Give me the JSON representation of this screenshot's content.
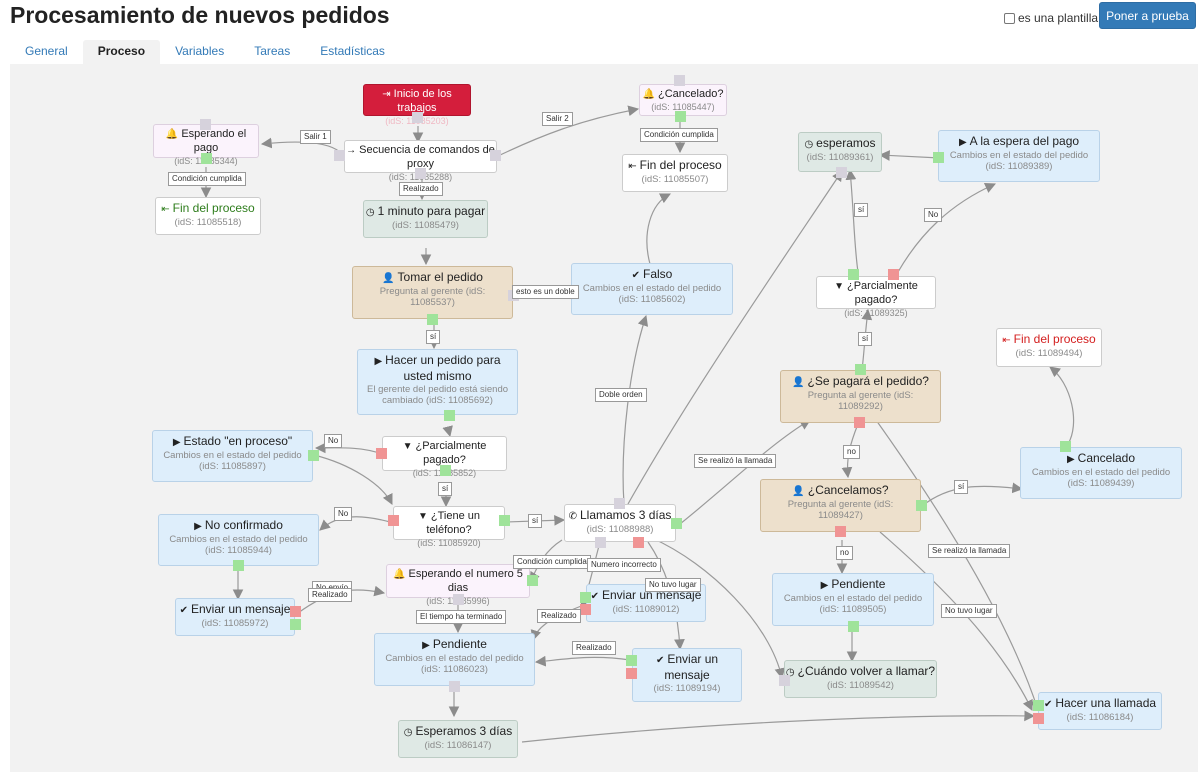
{
  "page": {
    "title": "Procesamiento de nuevos pedidos",
    "template_label": "es una plantilla",
    "test_button": "Poner a prueba"
  },
  "tabs": [
    {
      "label": "General"
    },
    {
      "label": "Proceso",
      "active": true
    },
    {
      "label": "Variables"
    },
    {
      "label": "Tareas"
    },
    {
      "label": "Estadísticas"
    }
  ],
  "colors": {
    "accent": "#337ab7",
    "start": "#d41e3c",
    "port_ok": "#9fe39a",
    "port_fail": "#f09494",
    "port_neutral": "#d6d2dc"
  },
  "nodes": {
    "inicio": {
      "title": "Inicio de los trabajos",
      "sub": "(idS: 11085203)",
      "icon": "sign-in-icon"
    },
    "cancelado_q": {
      "title": "¿Cancelado?",
      "sub": "(idS: 11085447)",
      "icon": "bell-icon"
    },
    "esperando_pago": {
      "title": "Esperando el pago",
      "sub": "(idS: 11085344)",
      "icon": "bell-icon"
    },
    "secuencia": {
      "title": "Secuencia de comandos de proxy",
      "sub": "(idS: 11085288)",
      "icon": "arrow-right-icon"
    },
    "fin1": {
      "title": "Fin del proceso",
      "sub": "(idS: 11085507)",
      "icon": "sign-out-icon"
    },
    "fin2": {
      "title": "Fin del proceso",
      "sub": "(idS: 11085518)",
      "icon": "sign-out-icon"
    },
    "un_minuto": {
      "title": "1 minuto para pagar",
      "sub": "(idS: 11085479)",
      "icon": "clock-icon"
    },
    "esperamos": {
      "title": "esperamos",
      "sub": "(idS: 11089361)",
      "icon": "clock-icon"
    },
    "espera_pago": {
      "title": "A la espera del pago",
      "sub": "Cambios en el estado del pedido",
      "sub2": "(idS: 11089389)",
      "icon": "play-icon"
    },
    "tomar": {
      "title": "Tomar el pedido",
      "sub": "Pregunta al gerente (idS:",
      "sub2": "11085537)",
      "icon": "user-icon"
    },
    "falso": {
      "title": "Falso",
      "sub": "Cambios en el estado del pedido",
      "sub2": "(idS: 11085602)",
      "icon": "check-icon"
    },
    "parcial2": {
      "title": "¿Parcialmente pagado?",
      "sub": "(idS: 11089325)",
      "icon": "filter-icon"
    },
    "fin3": {
      "title": "Fin del proceso",
      "sub": "(idS: 11089494)",
      "icon": "sign-out-icon"
    },
    "hacer_pedido": {
      "title": "Hacer un pedido para",
      "title2": "usted mismo",
      "sub": "El gerente del pedido está siendo",
      "sub2": "cambiado (idS: 11085692)",
      "icon": "play-icon"
    },
    "se_pagara": {
      "title": "¿Se pagará el pedido?",
      "sub": "Pregunta al gerente (idS:",
      "sub2": "11089292)",
      "icon": "user-icon"
    },
    "estado_proceso": {
      "title": "Estado \"en proceso\"",
      "sub": "Cambios en el estado del pedido",
      "sub2": "(idS: 11085897)",
      "icon": "play-icon"
    },
    "parcial1": {
      "title": "¿Parcialmente pagado?",
      "sub": "(idS: 11085852)",
      "icon": "filter-icon"
    },
    "cancelado": {
      "title": "Cancelado",
      "sub": "Cambios en el estado del pedido",
      "sub2": "(idS: 11089439)",
      "icon": "play-icon"
    },
    "tiene_tel": {
      "title": "¿Tiene un teléfono?",
      "sub": "(idS: 11085920)",
      "icon": "filter-icon"
    },
    "llamamos": {
      "title": "Llamamos 3 días",
      "sub": "(idS: 11088988)",
      "icon": "phone-icon"
    },
    "cancelamos": {
      "title": "¿Cancelamos?",
      "sub": "Pregunta al gerente (idS:",
      "sub2": "11089427)",
      "icon": "user-icon"
    },
    "no_confirmado": {
      "title": "No confirmado",
      "sub": "Cambios en el estado del pedido",
      "sub2": "(idS: 11085944)",
      "icon": "play-icon"
    },
    "esperando5": {
      "title": "Esperando el numero 5 dias",
      "sub": "(idS: 11085996)",
      "icon": "bell-icon"
    },
    "enviar_msg1": {
      "title": "Enviar un mensaje",
      "sub": "(idS: 11085972)",
      "icon": "check-icon"
    },
    "enviar_msg2": {
      "title": "Enviar un mensaje",
      "sub": "(idS: 11089012)",
      "icon": "check-icon"
    },
    "pendiente1": {
      "title": "Pendiente",
      "sub": "Cambios en el estado del pedido",
      "sub2": "(idS: 11089505)",
      "icon": "play-icon"
    },
    "pendiente2": {
      "title": "Pendiente",
      "sub": "Cambios en el estado del pedido",
      "sub2": "(idS: 11086023)",
      "icon": "play-icon"
    },
    "enviar_msg3": {
      "title": "Enviar un",
      "title2": "mensaje",
      "sub": "(idS: 11089194)",
      "icon": "check-icon"
    },
    "cuando": {
      "title": "¿Cuándo volver a llamar?",
      "sub": "(idS: 11089542)",
      "icon": "clock-icon"
    },
    "hacer_llamada": {
      "title": "Hacer una llamada",
      "sub": "(idS: 11086184)",
      "icon": "check-icon"
    },
    "esperamos3": {
      "title": "Esperamos 3 días",
      "sub": "(idS: 11086147)",
      "icon": "clock-icon"
    }
  },
  "labels": {
    "salir1": "Salir 1",
    "salir2": "Salir 2",
    "cond1": "Condición cumplida",
    "cond2": "Condición cumplida",
    "cond3": "Condición cumplida",
    "realizado1": "Realizado",
    "realizado2": "Realizado",
    "realizado3": "Realizado",
    "realizado4": "Realizado",
    "si1": "sí",
    "si2": "sí",
    "si3": "sí",
    "si4": "sí",
    "si5": "sí",
    "si6": "sí",
    "no1": "No",
    "no2": "No",
    "no3": "No",
    "no4": "no",
    "no5": "no",
    "doble": "esto es un doble",
    "doble_orden": "Doble orden",
    "se_realizo1": "Se realizó la llamada",
    "se_realizo2": "Se realizó la llamada",
    "num_incorrecto": "Numero incorrecto",
    "no_tuvo1": "No tuvo lugar",
    "no_tuvo2": "No tuvo lugar",
    "tiempo": "El tiempo ha terminado",
    "no_envio": "No envío"
  }
}
